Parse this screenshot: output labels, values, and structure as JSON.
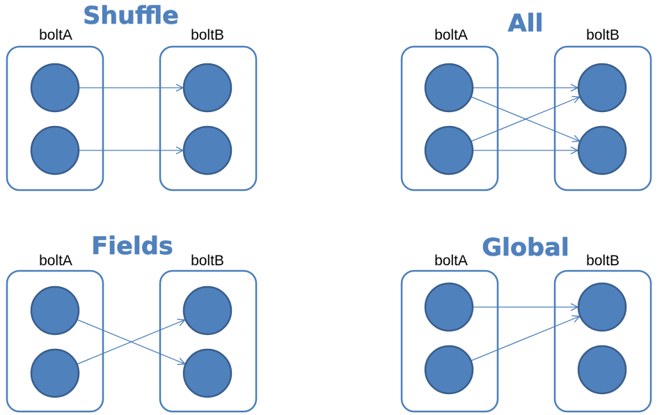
{
  "colors": {
    "node_fill": "#4f81bd",
    "node_stroke": "#385d8a",
    "box_stroke": "#4a7ebb",
    "title": "#4f81bd"
  },
  "panels": [
    {
      "id": "shuffle",
      "title": "Shuffle",
      "source_label": "boltA",
      "target_label": "boltB",
      "source_nodes": 2,
      "target_nodes": 2,
      "edges": [
        [
          0,
          0
        ],
        [
          1,
          1
        ]
      ]
    },
    {
      "id": "all",
      "title": "All",
      "source_label": "boltA",
      "target_label": "boltB",
      "source_nodes": 2,
      "target_nodes": 2,
      "edges": [
        [
          0,
          0
        ],
        [
          0,
          1
        ],
        [
          1,
          0
        ],
        [
          1,
          1
        ]
      ]
    },
    {
      "id": "fields",
      "title": "Fields",
      "source_label": "boltA",
      "target_label": "boltB",
      "source_nodes": 2,
      "target_nodes": 2,
      "edges": [
        [
          0,
          1
        ],
        [
          1,
          0
        ]
      ]
    },
    {
      "id": "global",
      "title": "Global",
      "source_label": "boltA",
      "target_label": "boltB",
      "source_nodes": 2,
      "target_nodes": 2,
      "edges": [
        [
          0,
          0
        ],
        [
          1,
          0
        ]
      ]
    }
  ]
}
